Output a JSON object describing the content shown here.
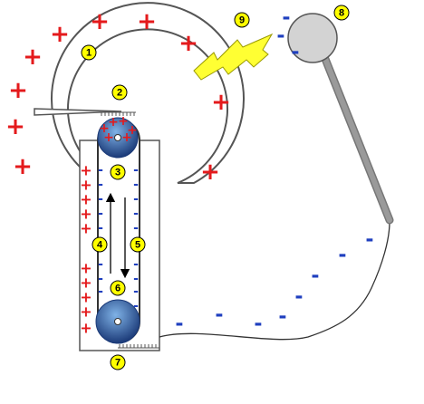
{
  "diagram": {
    "labels": [
      "1",
      "2",
      "3",
      "4",
      "5",
      "6",
      "7",
      "8",
      "9"
    ],
    "symbols": {
      "positive": "+",
      "negative": "-"
    },
    "colors": {
      "positive": "#e41a1c",
      "negative": "#1f3fbf",
      "label_fill": "#ffff00",
      "shell": "#ffffff",
      "stroke": "#333333",
      "sphere": "#d3d3d3",
      "rod": "#999999",
      "spark": "#ffff33",
      "roller_dark": "#1b3a78",
      "roller_light": "#7fb2e6"
    },
    "icons": {
      "dome": "hollow-dome-shell",
      "upper_roller": "roller-cylinder",
      "lower_roller": "roller-cylinder",
      "upper_comb": "comb-brush",
      "lower_comb": "comb-brush",
      "belt": "rubber-belt",
      "sphere": "discharge-sphere",
      "spark": "lightning-spark",
      "arrows": "belt-motion-arrows"
    }
  }
}
